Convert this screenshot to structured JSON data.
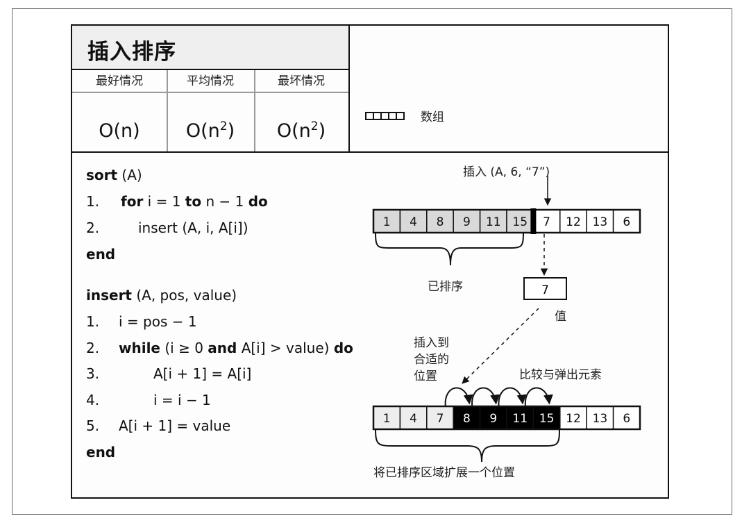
{
  "header": {
    "title": "插入排序",
    "cases": [
      {
        "label": "最好情况",
        "complexity": "O(n)",
        "base": "O(n",
        "sup": ""
      },
      {
        "label": "平均情况",
        "complexity": "O(n²)",
        "base": "O(n",
        "sup": "2"
      },
      {
        "label": "最坏情况",
        "complexity": "O(n²)",
        "base": "O(n",
        "sup": "2"
      }
    ],
    "legend": {
      "icon": "array-icon",
      "label": "数组"
    }
  },
  "code": {
    "sort": {
      "signature_kw": "sort",
      "signature_args": " (A)",
      "lines": [
        {
          "num": "1.",
          "parts": [
            [
              "kw",
              "for"
            ],
            [
              "t",
              " i = 1 "
            ],
            [
              "kw",
              "to"
            ],
            [
              "t",
              " n − 1 "
            ],
            [
              "kw",
              "do"
            ]
          ]
        },
        {
          "num": "2.",
          "parts": [
            [
              "t",
              "insert (A, i, A[i])"
            ]
          ]
        }
      ],
      "end": "end"
    },
    "insert": {
      "signature_kw": "insert",
      "signature_args": " (A, pos, value)",
      "lines": [
        {
          "num": "1.",
          "parts": [
            [
              "t",
              "i = pos − 1"
            ]
          ]
        },
        {
          "num": "2.",
          "parts": [
            [
              "kw",
              "while"
            ],
            [
              "t",
              " (i ≥ 0 "
            ],
            [
              "kw",
              "and"
            ],
            [
              "t",
              " A[i] > value) "
            ],
            [
              "kw",
              "do"
            ]
          ]
        },
        {
          "num": "3.",
          "parts": [
            [
              "t",
              "A[i + 1] = A[i]"
            ]
          ]
        },
        {
          "num": "4.",
          "parts": [
            [
              "t",
              "i = i − 1"
            ]
          ]
        },
        {
          "num": "5.",
          "parts": [
            [
              "t",
              "A[i + 1] = value"
            ]
          ]
        }
      ],
      "end": "end"
    }
  },
  "diagram": {
    "call_label": "插入 (A, 6, “7”)",
    "array_before": {
      "values": [
        "1",
        "4",
        "8",
        "9",
        "11",
        "15",
        "7",
        "12",
        "13",
        "6"
      ],
      "sorted_count": 6
    },
    "sorted_label": "已排序",
    "value_box": "7",
    "value_label": "值",
    "insert_label_lines": [
      "插入到",
      "合适的",
      "位置"
    ],
    "compare_label": "比较与弹出元素",
    "array_after": {
      "values": [
        "1",
        "4",
        "7",
        "8",
        "9",
        "11",
        "15",
        "12",
        "13",
        "6"
      ],
      "sorted_light_count": 3,
      "shifted_count": 4
    },
    "extend_label": "将已排序区域扩展一个位置",
    "colors": {
      "sorted_fill": "#d9d9d9",
      "after_light_fill": "#ededed",
      "shifted_fill": "#000000",
      "unsorted_fill": "#ffffff"
    }
  }
}
